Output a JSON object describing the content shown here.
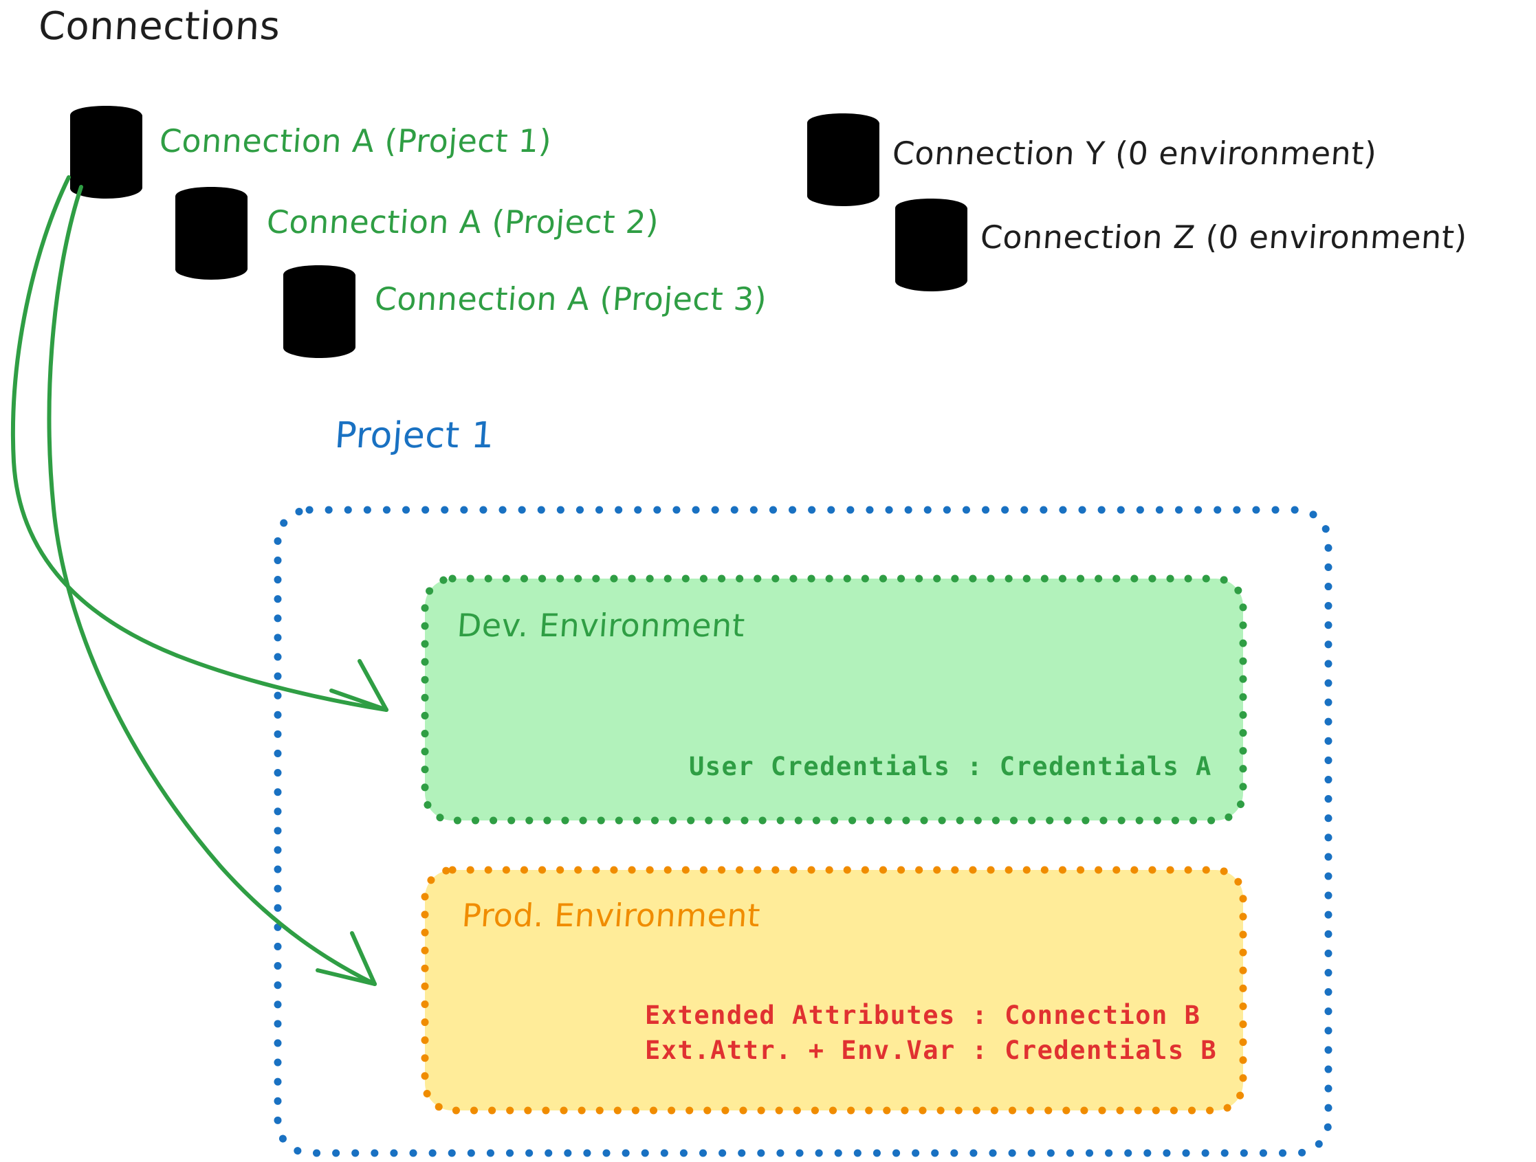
{
  "diagram": {
    "title": "Connections",
    "title_color": "#1e1e1e",
    "background": "#ffffff",
    "connections_green": [
      {
        "icon": "database-icon",
        "label": "Connection A (Project 1)",
        "color": "#2f9e44"
      },
      {
        "icon": "database-icon",
        "label": "Connection A (Project 2)",
        "color": "#2f9e44"
      },
      {
        "icon": "database-icon",
        "label": "Connection A (Project 3)",
        "color": "#2f9e44"
      }
    ],
    "connections_gray": [
      {
        "icon": "database-icon",
        "label": "Connection Y (0 environment)",
        "color": "#1e1e1e"
      },
      {
        "icon": "database-icon",
        "label": "Connection Z (0 environment)",
        "color": "#1e1e1e"
      }
    ],
    "project": {
      "label": "Project 1",
      "border_color": "#1971c2",
      "environments": [
        {
          "name": "Dev. Environment",
          "fill": "#b2f2bb",
          "stroke": "#2f9e44",
          "text_color": "#2f9e44",
          "entries": [
            "User Credentials : Credentials A"
          ],
          "entry_color": "#2f9e44"
        },
        {
          "name": "Prod. Environment",
          "fill": "#ffec99",
          "stroke": "#f08c00",
          "text_color": "#f08c00",
          "entries": [
            "Extended Attributes : Connection B",
            "Ext.Attr. + Env.Var : Credentials B"
          ],
          "entry_color": "#e03131"
        }
      ]
    },
    "arrows": [
      {
        "name": "arrow-connection-a-to-dev",
        "color": "#2f9e44"
      },
      {
        "name": "arrow-connection-a-to-prod",
        "color": "#2f9e44"
      }
    ]
  }
}
